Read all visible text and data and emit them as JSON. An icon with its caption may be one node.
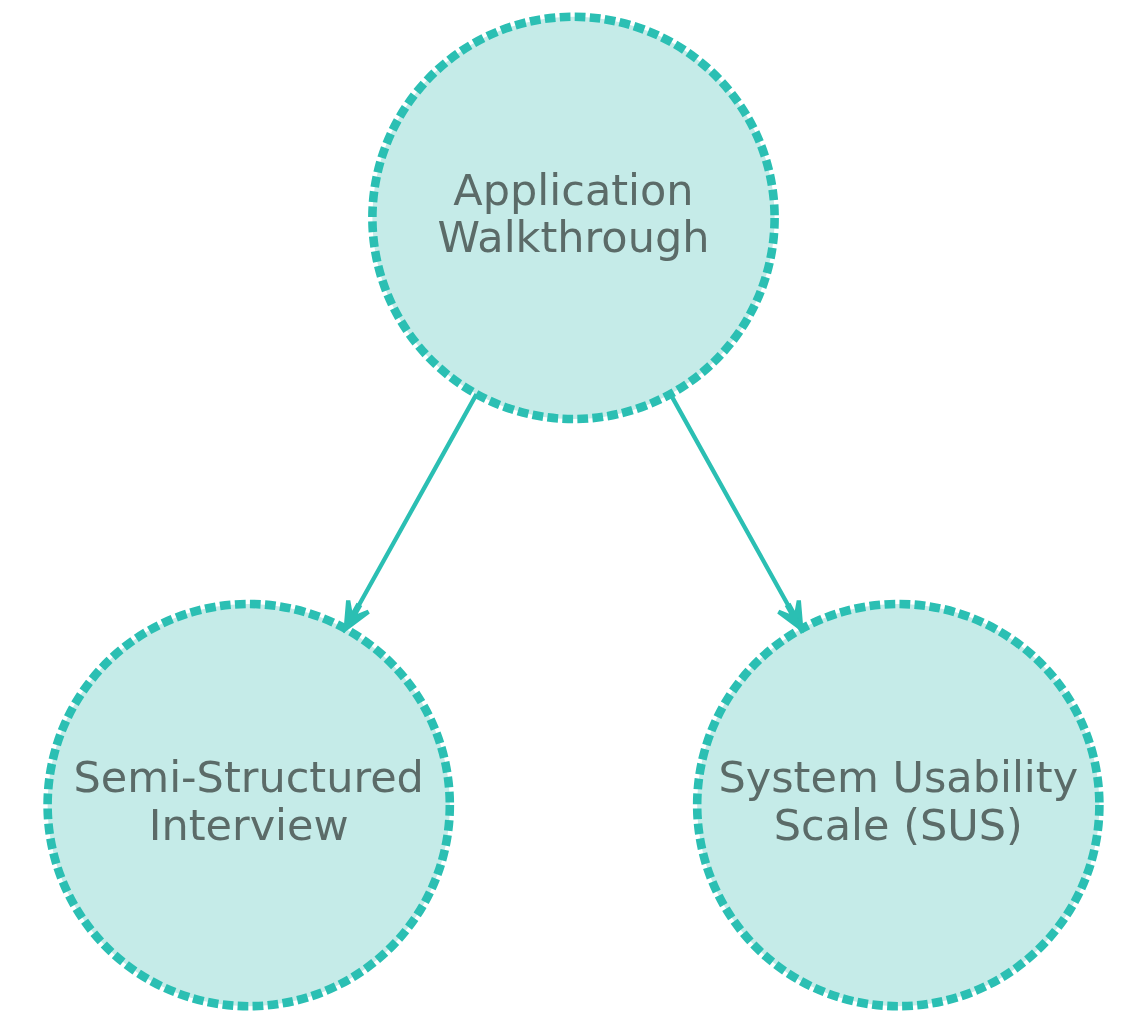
{
  "diagram": {
    "nodes": [
      {
        "text": [
          "Application Walkthrough"
        ]
      },
      {
        "text": [
          "Semi-Structured Interview"
        ]
      },
      {
        "text": [
          "System Usability Scale (SUS)"
        ]
      }
    ],
    "edges": [
      {
        "from": 0,
        "to": 1,
        "arrow": "to"
      },
      {
        "from": 0,
        "to": 2,
        "arrow": "to"
      }
    ]
  }
}
